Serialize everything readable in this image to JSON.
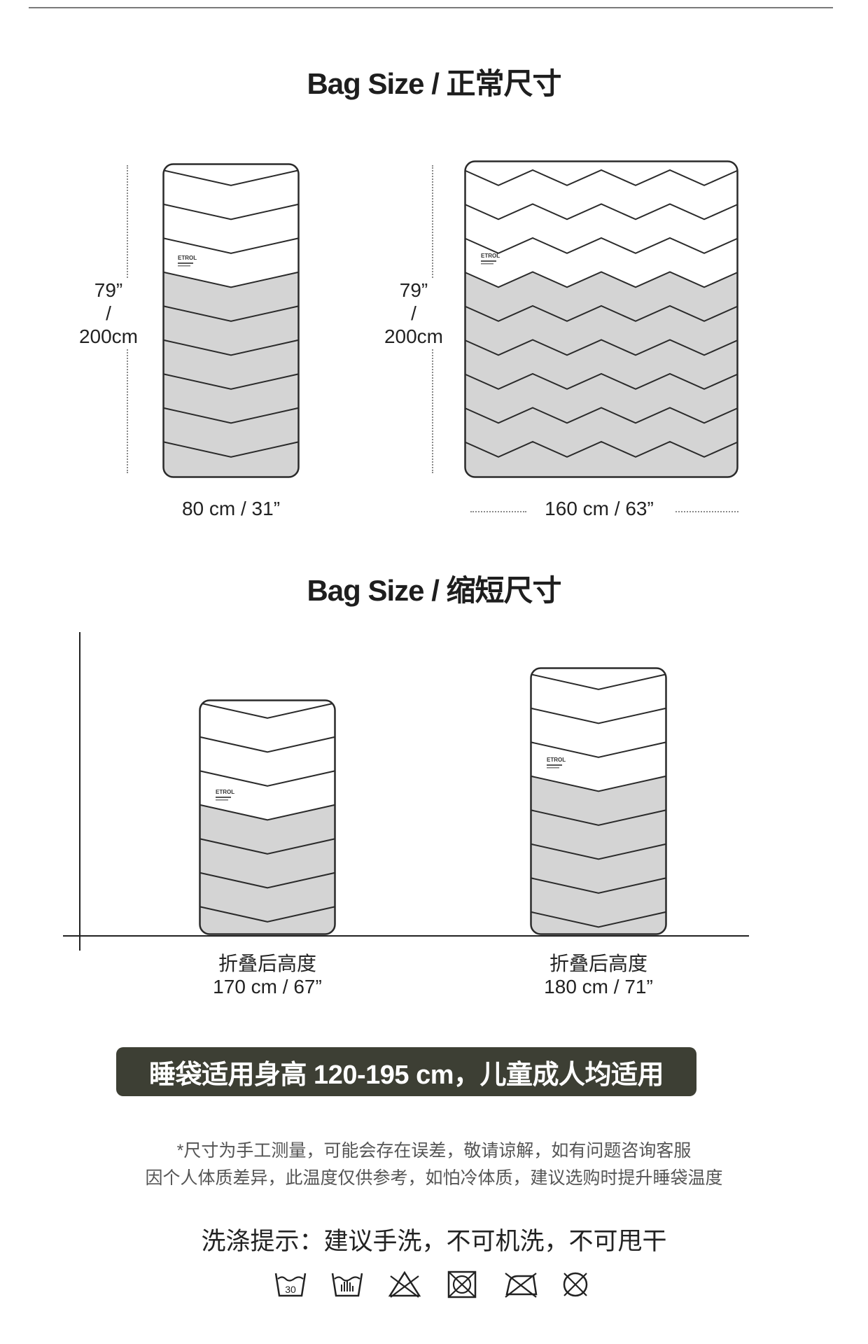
{
  "section_normal": {
    "title": "Bag Size / 正常尺寸"
  },
  "bag_single": {
    "height_label": {
      "in": "79”",
      "sep": "/",
      "cm": "200cm"
    },
    "width_label": "80 cm / 31”"
  },
  "bag_double": {
    "height_label": {
      "in": "79”",
      "sep": "/",
      "cm": "200cm"
    },
    "width_label": "160 cm / 63”"
  },
  "section_short": {
    "title": "Bag Size / 缩短尺寸"
  },
  "short_bags": [
    {
      "caption": "折叠后高度",
      "size": "170 cm / 67”"
    },
    {
      "caption": "折叠后高度",
      "size": "180 cm / 71”"
    }
  ],
  "logo_text": "ETROL",
  "banner": "睡袋适用身高 120-195 cm，儿童成人均适用",
  "notes": [
    "*尺寸为手工测量，可能会存在误差，敬请谅解，如有问题咨询客服",
    "因个人体质差异，此温度仅供参考，如怕冷体质，建议选购时提升睡袋温度"
  ],
  "wash_tip": "洗涤提示：建议手洗，不可机洗，不可甩干",
  "care_icons": [
    {
      "name": "machine-wash-30-icon",
      "label": "30"
    },
    {
      "name": "hand-wash-icon"
    },
    {
      "name": "do-not-bleach-icon"
    },
    {
      "name": "do-not-tumble-dry-icon"
    },
    {
      "name": "do-not-iron-icon"
    },
    {
      "name": "do-not-dry-clean-icon"
    }
  ],
  "colors": {
    "fill_light": "#d4d4d4",
    "stroke": "#2a2a2a",
    "banner": "#3d3f34"
  }
}
